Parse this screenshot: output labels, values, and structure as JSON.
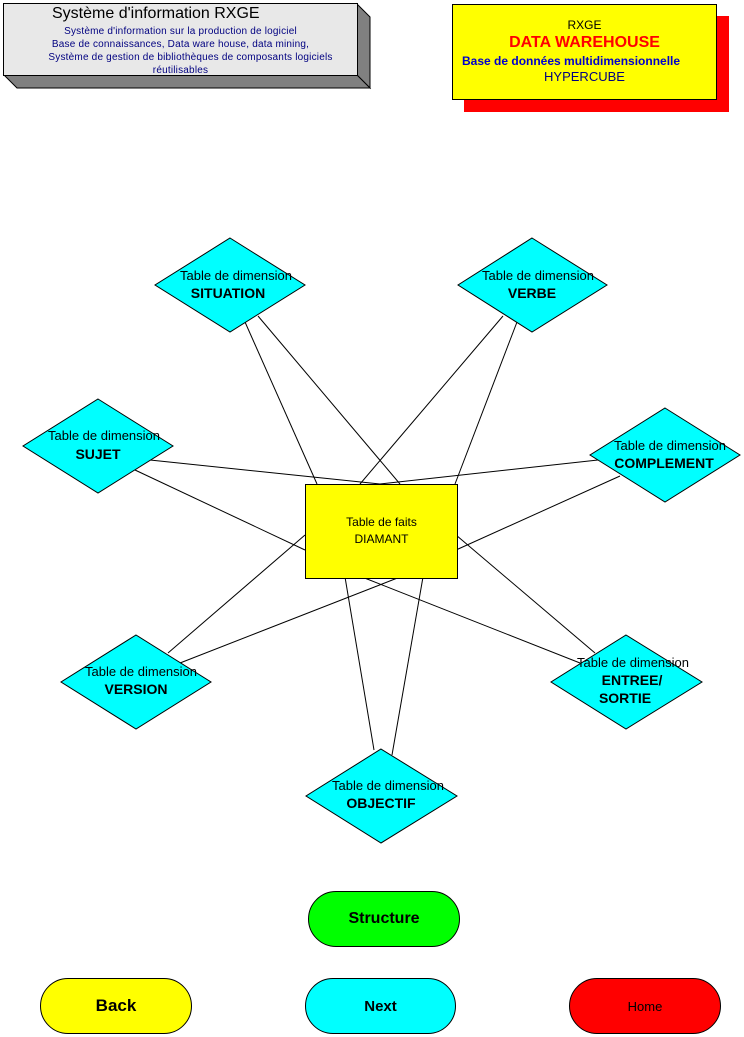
{
  "info_box": {
    "title": "Système d'information  RXGE",
    "lines": [
      "Système d'information sur la production de logiciel",
      "Base de connaissances, Data ware house, data mining,",
      "Système de gestion de bibliothèques de composants logiciels",
      "réutilisables"
    ]
  },
  "dw_box": {
    "line1": "RXGE",
    "line2": "DATA WAREHOUSE",
    "line3": "Base de données multidimensionnelle",
    "line4": "HYPERCUBE"
  },
  "fact_table": {
    "line1": "Table de faits",
    "line2": "DIAMANT"
  },
  "dimensions": [
    {
      "key": "situation",
      "small": "Table de dimension",
      "name": "SITUATION"
    },
    {
      "key": "verbe",
      "small": "Table de dimension",
      "name": "VERBE"
    },
    {
      "key": "sujet",
      "small": "Table de dimension",
      "name": "SUJET"
    },
    {
      "key": "complement",
      "small": "Table de dimension",
      "name": "COMPLEMENT"
    },
    {
      "key": "version",
      "small": "Table de dimension",
      "name": "VERSION"
    },
    {
      "key": "entree",
      "small": "Table de dimension",
      "name": "ENTREE/",
      "name2": "SORTIE"
    },
    {
      "key": "objectif",
      "small": "Table de dimension",
      "name": "OBJECTIF"
    }
  ],
  "buttons": {
    "structure": "Structure",
    "back": "Back",
    "next": "Next",
    "home": "Home"
  },
  "colors": {
    "dimension_fill": "#00ffff",
    "fact_fill": "#ffff00",
    "structure_button": "#00ff00",
    "back_button": "#ffff00",
    "next_button": "#00ffff",
    "home_button": "#ff0000",
    "dw_title": "#ff0000",
    "dw_subtitle": "#0000cc"
  }
}
